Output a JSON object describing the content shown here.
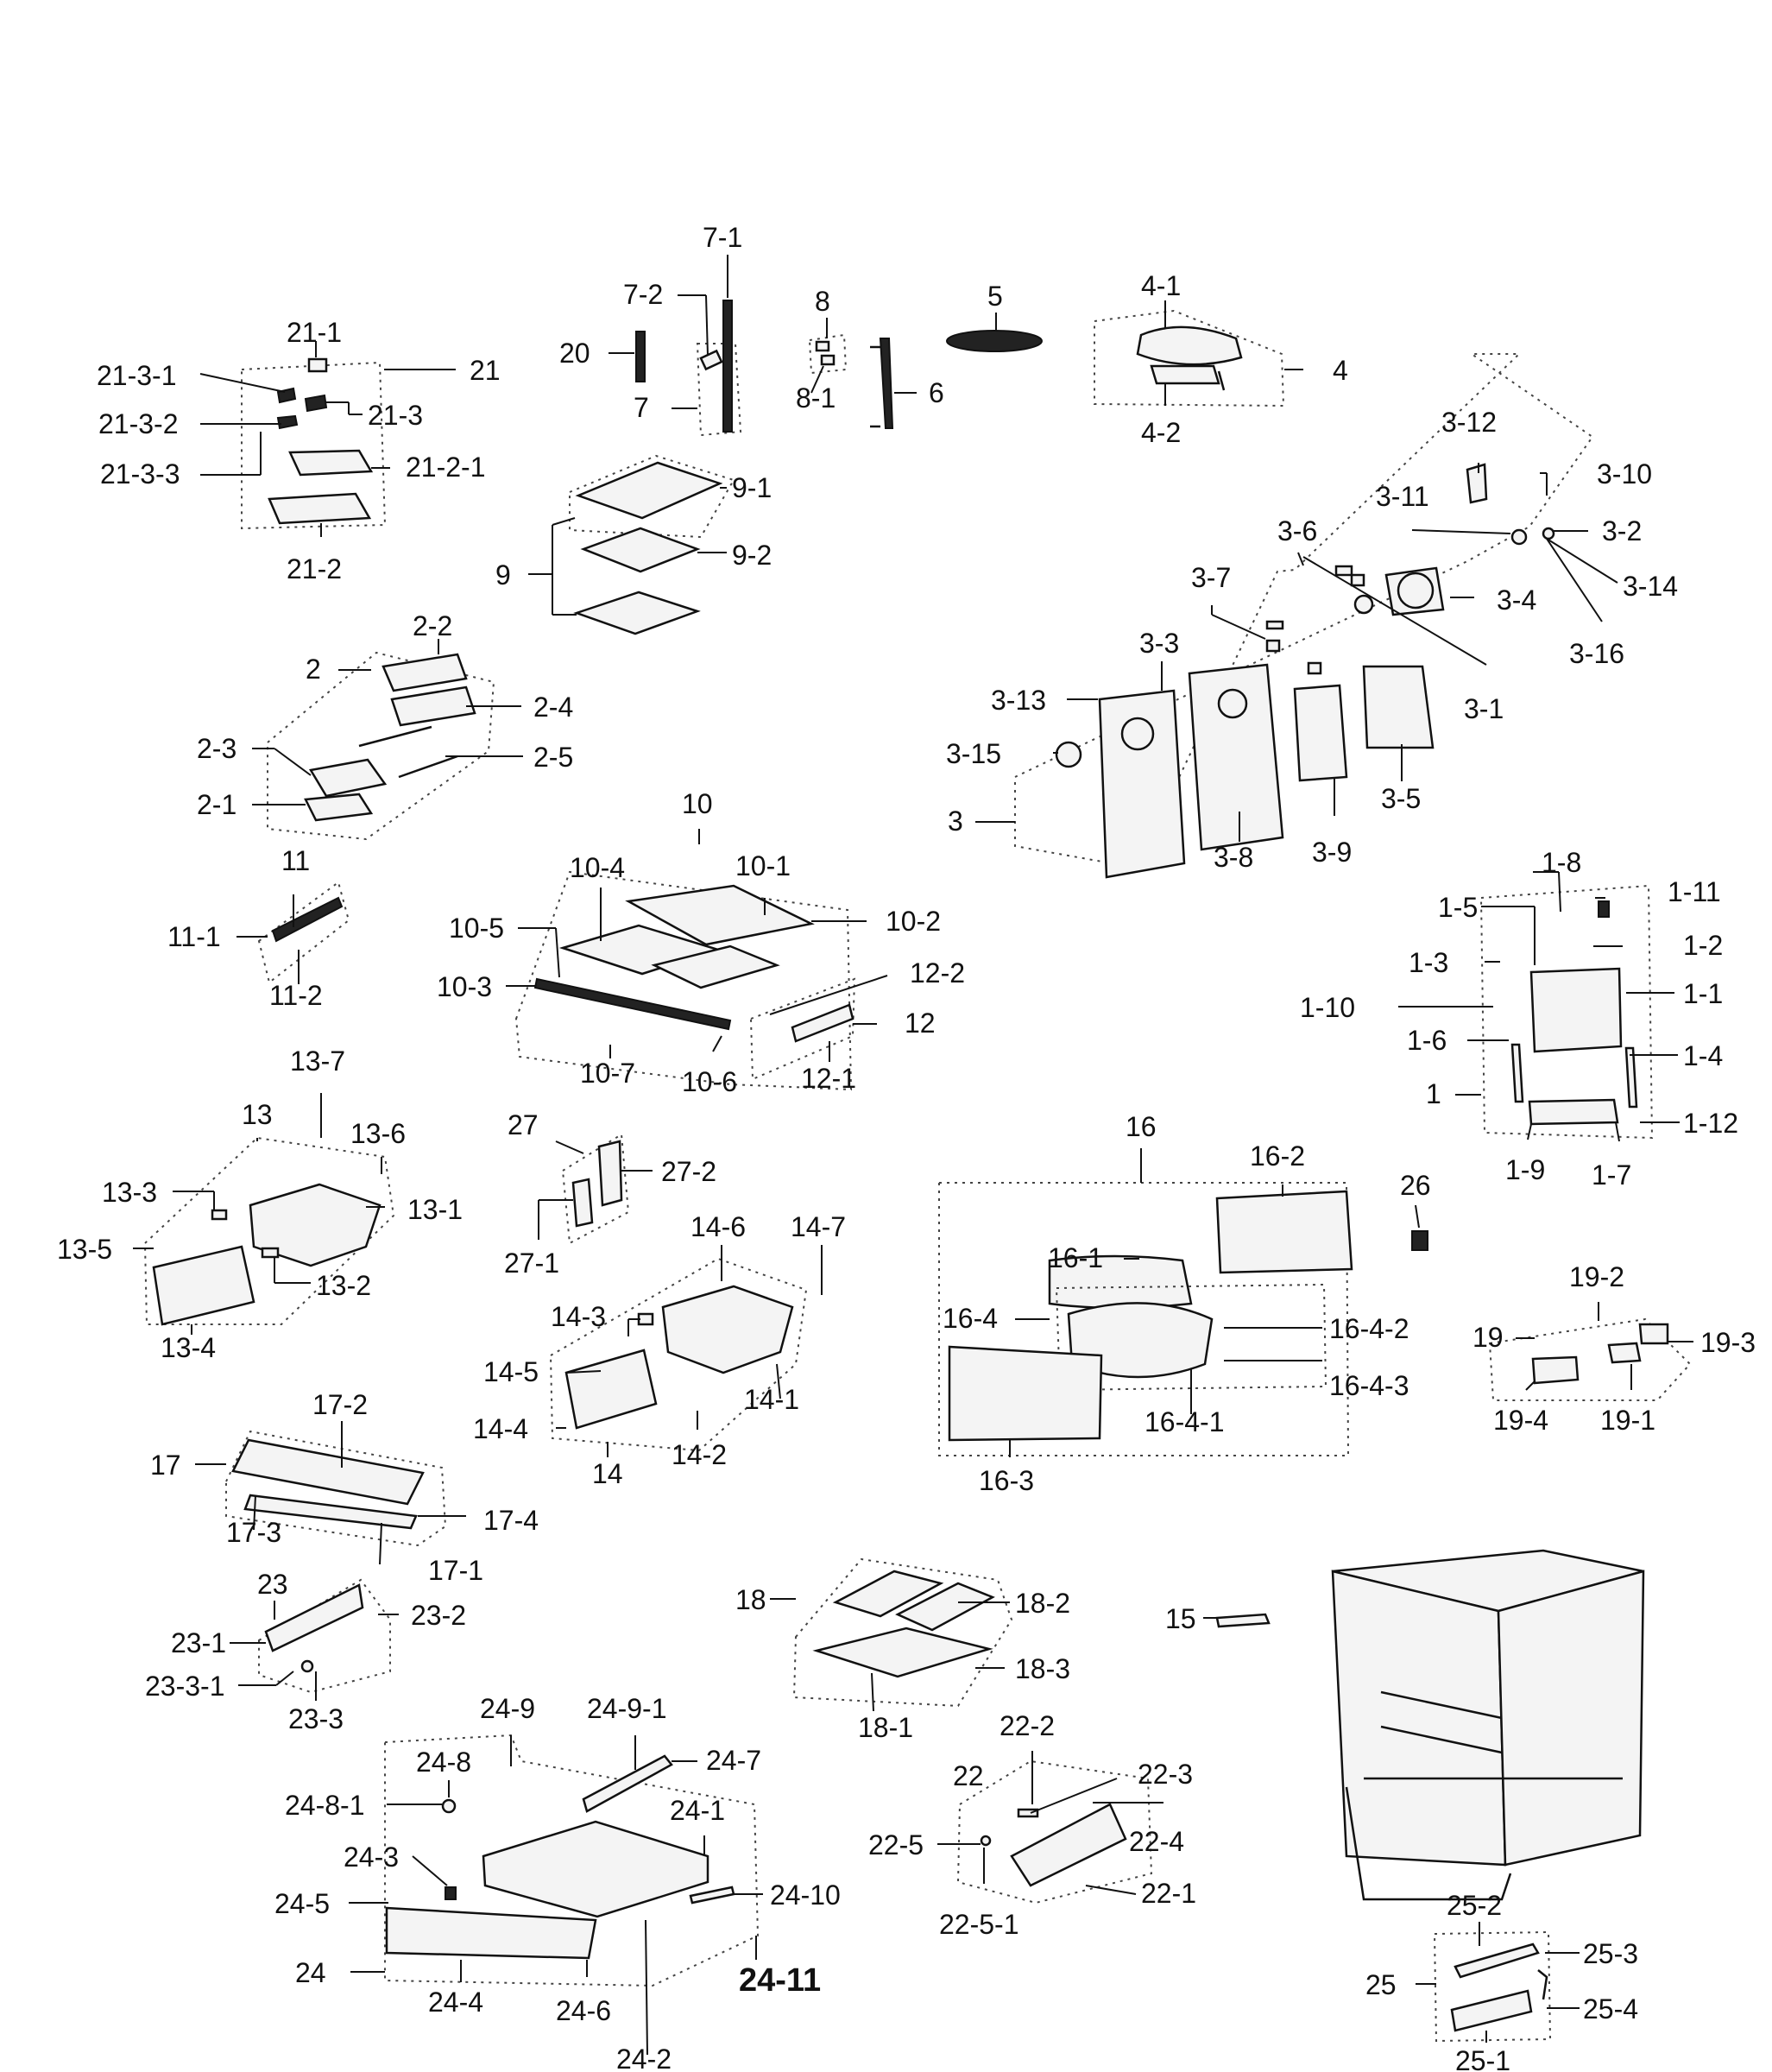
{
  "labels": [
    {
      "id": "7-1",
      "text": "7-1"
    },
    {
      "id": "7-2",
      "text": "7-2"
    },
    {
      "id": "20",
      "text": "20"
    },
    {
      "id": "7",
      "text": "7"
    },
    {
      "id": "8",
      "text": "8"
    },
    {
      "id": "8-1",
      "text": "8-1"
    },
    {
      "id": "6",
      "text": "6"
    },
    {
      "id": "5",
      "text": "5"
    },
    {
      "id": "4-1",
      "text": "4-1"
    },
    {
      "id": "4",
      "text": "4"
    },
    {
      "id": "4-2",
      "text": "4-2"
    },
    {
      "id": "21-1",
      "text": "21-1"
    },
    {
      "id": "21",
      "text": "21"
    },
    {
      "id": "21-3-1",
      "text": "21-3-1"
    },
    {
      "id": "21-3",
      "text": "21-3"
    },
    {
      "id": "21-3-2",
      "text": "21-3-2"
    },
    {
      "id": "21-3-3",
      "text": "21-3-3"
    },
    {
      "id": "21-2-1",
      "text": "21-2-1"
    },
    {
      "id": "21-2",
      "text": "21-2"
    },
    {
      "id": "9-1",
      "text": "9-1"
    },
    {
      "id": "9-2",
      "text": "9-2"
    },
    {
      "id": "9",
      "text": "9"
    },
    {
      "id": "3-12",
      "text": "3-12"
    },
    {
      "id": "3-10",
      "text": "3-10"
    },
    {
      "id": "3-11",
      "text": "3-11"
    },
    {
      "id": "3-2",
      "text": "3-2"
    },
    {
      "id": "3-6",
      "text": "3-6"
    },
    {
      "id": "3-14",
      "text": "3-14"
    },
    {
      "id": "3-7",
      "text": "3-7"
    },
    {
      "id": "3-4",
      "text": "3-4"
    },
    {
      "id": "3-16",
      "text": "3-16"
    },
    {
      "id": "3-3",
      "text": "3-3"
    },
    {
      "id": "3-13",
      "text": "3-13"
    },
    {
      "id": "3-1",
      "text": "3-1"
    },
    {
      "id": "3-15",
      "text": "3-15"
    },
    {
      "id": "3-5",
      "text": "3-5"
    },
    {
      "id": "3",
      "text": "3"
    },
    {
      "id": "3-8",
      "text": "3-8"
    },
    {
      "id": "3-9",
      "text": "3-9"
    },
    {
      "id": "2-2",
      "text": "2-2"
    },
    {
      "id": "2",
      "text": "2"
    },
    {
      "id": "2-4",
      "text": "2-4"
    },
    {
      "id": "2-3",
      "text": "2-3"
    },
    {
      "id": "2-5",
      "text": "2-5"
    },
    {
      "id": "2-1",
      "text": "2-1"
    },
    {
      "id": "10",
      "text": "10"
    },
    {
      "id": "10-4",
      "text": "10-4"
    },
    {
      "id": "10-1",
      "text": "10-1"
    },
    {
      "id": "10-5",
      "text": "10-5"
    },
    {
      "id": "10-2",
      "text": "10-2"
    },
    {
      "id": "10-3",
      "text": "10-3"
    },
    {
      "id": "10-7",
      "text": "10-7"
    },
    {
      "id": "10-6",
      "text": "10-6"
    },
    {
      "id": "11",
      "text": "11"
    },
    {
      "id": "11-1",
      "text": "11-1"
    },
    {
      "id": "11-2",
      "text": "11-2"
    },
    {
      "id": "12-2",
      "text": "12-2"
    },
    {
      "id": "12",
      "text": "12"
    },
    {
      "id": "12-1",
      "text": "12-1"
    },
    {
      "id": "1-8",
      "text": "1-8"
    },
    {
      "id": "1-11",
      "text": "1-11"
    },
    {
      "id": "1-5",
      "text": "1-5"
    },
    {
      "id": "1-2",
      "text": "1-2"
    },
    {
      "id": "1-3",
      "text": "1-3"
    },
    {
      "id": "1-1",
      "text": "1-1"
    },
    {
      "id": "1-10",
      "text": "1-10"
    },
    {
      "id": "1-6",
      "text": "1-6"
    },
    {
      "id": "1-4",
      "text": "1-4"
    },
    {
      "id": "1",
      "text": "1"
    },
    {
      "id": "1-12",
      "text": "1-12"
    },
    {
      "id": "1-9",
      "text": "1-9"
    },
    {
      "id": "1-7",
      "text": "1-7"
    },
    {
      "id": "13-7",
      "text": "13-7"
    },
    {
      "id": "13",
      "text": "13"
    },
    {
      "id": "13-6",
      "text": "13-6"
    },
    {
      "id": "13-3",
      "text": "13-3"
    },
    {
      "id": "13-1",
      "text": "13-1"
    },
    {
      "id": "13-5",
      "text": "13-5"
    },
    {
      "id": "13-2",
      "text": "13-2"
    },
    {
      "id": "13-4",
      "text": "13-4"
    },
    {
      "id": "27",
      "text": "27"
    },
    {
      "id": "27-2",
      "text": "27-2"
    },
    {
      "id": "27-1",
      "text": "27-1"
    },
    {
      "id": "16",
      "text": "16"
    },
    {
      "id": "16-2",
      "text": "16-2"
    },
    {
      "id": "16-1",
      "text": "16-1"
    },
    {
      "id": "16-4",
      "text": "16-4"
    },
    {
      "id": "16-4-2",
      "text": "16-4-2"
    },
    {
      "id": "16-4-3",
      "text": "16-4-3"
    },
    {
      "id": "16-4-1",
      "text": "16-4-1"
    },
    {
      "id": "16-3",
      "text": "16-3"
    },
    {
      "id": "26",
      "text": "26"
    },
    {
      "id": "19-2",
      "text": "19-2"
    },
    {
      "id": "19",
      "text": "19"
    },
    {
      "id": "19-3",
      "text": "19-3"
    },
    {
      "id": "19-4",
      "text": "19-4"
    },
    {
      "id": "19-1",
      "text": "19-1"
    },
    {
      "id": "14-6",
      "text": "14-6"
    },
    {
      "id": "14-7",
      "text": "14-7"
    },
    {
      "id": "14-3",
      "text": "14-3"
    },
    {
      "id": "14-5",
      "text": "14-5"
    },
    {
      "id": "14-1",
      "text": "14-1"
    },
    {
      "id": "14-4",
      "text": "14-4"
    },
    {
      "id": "14-2",
      "text": "14-2"
    },
    {
      "id": "14",
      "text": "14"
    },
    {
      "id": "17-2",
      "text": "17-2"
    },
    {
      "id": "17",
      "text": "17"
    },
    {
      "id": "17-4",
      "text": "17-4"
    },
    {
      "id": "17-3",
      "text": "17-3"
    },
    {
      "id": "17-1",
      "text": "17-1"
    },
    {
      "id": "23",
      "text": "23"
    },
    {
      "id": "23-2",
      "text": "23-2"
    },
    {
      "id": "23-1",
      "text": "23-1"
    },
    {
      "id": "23-3-1",
      "text": "23-3-1"
    },
    {
      "id": "23-3",
      "text": "23-3"
    },
    {
      "id": "18",
      "text": "18"
    },
    {
      "id": "18-2",
      "text": "18-2"
    },
    {
      "id": "18-3",
      "text": "18-3"
    },
    {
      "id": "18-1",
      "text": "18-1"
    },
    {
      "id": "15",
      "text": "15"
    },
    {
      "id": "24-9",
      "text": "24-9"
    },
    {
      "id": "24-9-1",
      "text": "24-9-1"
    },
    {
      "id": "24-8",
      "text": "24-8"
    },
    {
      "id": "24-7",
      "text": "24-7"
    },
    {
      "id": "24-8-1",
      "text": "24-8-1"
    },
    {
      "id": "24-1",
      "text": "24-1"
    },
    {
      "id": "24-3",
      "text": "24-3"
    },
    {
      "id": "24-5",
      "text": "24-5"
    },
    {
      "id": "24-10",
      "text": "24-10"
    },
    {
      "id": "24",
      "text": "24"
    },
    {
      "id": "24-11",
      "text": "24-11"
    },
    {
      "id": "24-4",
      "text": "24-4"
    },
    {
      "id": "24-6",
      "text": "24-6"
    },
    {
      "id": "24-2",
      "text": "24-2"
    },
    {
      "id": "22-2",
      "text": "22-2"
    },
    {
      "id": "22",
      "text": "22"
    },
    {
      "id": "22-3",
      "text": "22-3"
    },
    {
      "id": "22-5",
      "text": "22-5"
    },
    {
      "id": "22-4",
      "text": "22-4"
    },
    {
      "id": "22-1",
      "text": "22-1"
    },
    {
      "id": "22-5-1",
      "text": "22-5-1"
    },
    {
      "id": "25-2",
      "text": "25-2"
    },
    {
      "id": "25-3",
      "text": "25-3"
    },
    {
      "id": "25",
      "text": "25"
    },
    {
      "id": "25-4",
      "text": "25-4"
    },
    {
      "id": "25-1",
      "text": "25-1"
    }
  ]
}
